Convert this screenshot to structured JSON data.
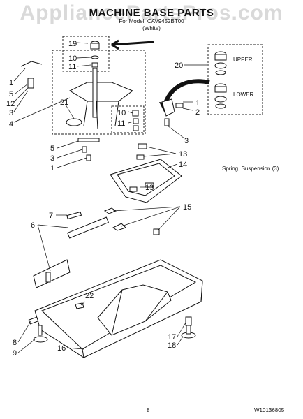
{
  "watermark": "AppliancePartsPros.com",
  "header": {
    "title": "MACHINE BASE PARTS",
    "model": "For Model: CAV9452BT00",
    "color": "(White)"
  },
  "kit": {
    "upper_label": "UPPER",
    "lower_label": "LOWER"
  },
  "note": "Spring, Suspension (3)",
  "footer": {
    "page_number": "8",
    "part_number": "W10136805"
  },
  "callouts": {
    "c19": "19",
    "c10a": "10",
    "c11a": "11",
    "c20": "20",
    "c1a": "1",
    "c5a": "5",
    "c12": "12",
    "c3a": "3",
    "c4": "4",
    "c21": "21",
    "c10b": "10",
    "c11b": "11",
    "c1b": "1",
    "c2": "2",
    "c3b": "3",
    "c5b": "5",
    "c3c": "3",
    "c1c": "1",
    "c13a": "13",
    "c14": "14",
    "c13b": "13",
    "c7": "7",
    "c6": "6",
    "c15": "15",
    "c22": "22",
    "c8": "8",
    "c9": "9",
    "c16": "16",
    "c17": "17",
    "c18": "18"
  },
  "colors": {
    "line": "#111111",
    "dashed_box": "#222222",
    "highlight_arrow": "#111111"
  }
}
